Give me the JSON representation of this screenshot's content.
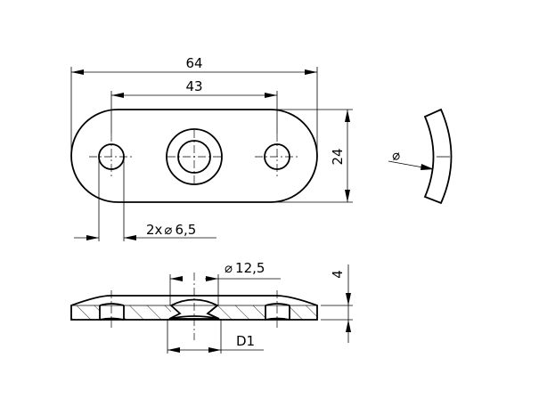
{
  "dimensions": {
    "overall_length": "64",
    "hole_spacing": "43",
    "width": "24",
    "holes": "2x",
    "hole_diameter": "6,5",
    "diameter_symbol": "⌀",
    "center_diameter": "12,5",
    "thickness": "4",
    "countersink": "D1"
  }
}
